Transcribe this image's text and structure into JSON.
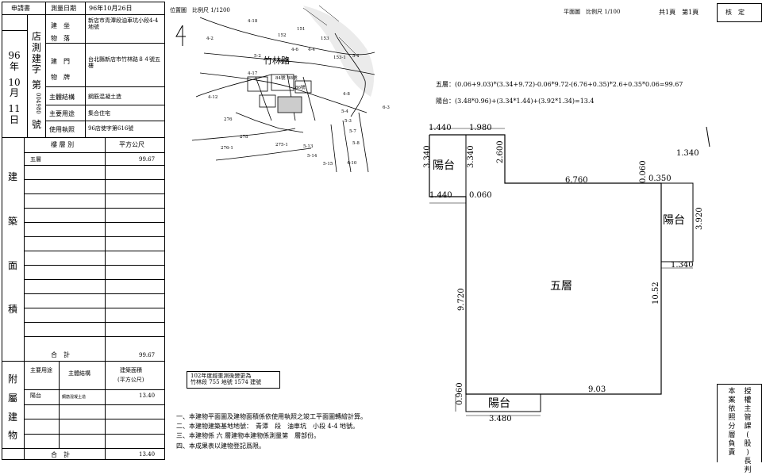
{
  "left_table": {
    "applicant_label": "申請書",
    "survey_date_label": "測量日期",
    "survey_date": "96年10月26日",
    "location_label_1": "建　坐",
    "location_label_2": "物　落",
    "location_value": "新店市青潭段油車坑小段4-4地號",
    "door_label_1": "建　門",
    "door_label_2": "物　牌",
    "door_value": "台北縣新店市竹林路８４號五樓",
    "structure_label": "主體結構",
    "structure_value": "鋼筋混凝土造",
    "usage_label": "主要用途",
    "usage_value": "集合住宅",
    "permit_label": "使用執照",
    "permit_value": "96店使字第616號",
    "vertical_big": [
      "96",
      "年",
      "10",
      "月",
      "11",
      "日"
    ],
    "vertical_chars": [
      "店",
      "測",
      "建",
      "字",
      "第"
    ],
    "vertical_num": "004980",
    "vertical_end": "號",
    "floor_header": "樓 層 別",
    "area_header": "平方公尺",
    "floor_row_label": "五層",
    "floor_row_value": "99.67",
    "side_building": [
      "建",
      "築",
      "面",
      "積"
    ],
    "total_label": "合　計",
    "total_value": "99.67",
    "annex_side": [
      "附",
      "屬",
      "建",
      "物"
    ],
    "annex_use_label": "主要用途",
    "annex_struct_label": "主體結構",
    "annex_area_label": "建築面積",
    "annex_area_unit": "(平方公尺)",
    "annex_row_use": "陽台",
    "annex_row_struct": "鋼筋混凝土造",
    "annex_row_value": "13.40",
    "annex_total_label": "合　計",
    "annex_total_value": "13.40"
  },
  "map": {
    "title": "位置圖　比例尺 1/1200",
    "road_label": "竹林路",
    "parcels": [
      "4-18",
      "4-2",
      "152",
      "153",
      "151",
      "4-6",
      "4-4",
      "4-17",
      "153-1",
      "5-2",
      "80號",
      "5-1",
      "84號",
      "88號",
      "86號",
      "4-12",
      "4-8",
      "6-3",
      "276",
      "278",
      "276-1",
      "275-1",
      "5-13",
      "5-14",
      "5-15",
      "5-4",
      "5-7",
      "5-3",
      "5-8",
      "4-10"
    ]
  },
  "plan": {
    "title": "平面圖　比例尺 1/100",
    "pages": "共1頁　第1頁",
    "stamp_label": "核　定",
    "formula_5f": "五層：(0.06+9.03)*(3.34+9.72)-0.06*9.72-(6.76+0.35)*2.6+0.35*0.06=99.67",
    "formula_balcony": "陽台：(3.48*0.96)+(3.34*1.44)+(3.92*1.34)=13.4",
    "room_label": "五層",
    "balcony_label": "陽台",
    "dims": {
      "d1440a": "1.440",
      "d1980": "1.980",
      "d3340a": "3.340",
      "d3340b": "3.340",
      "d2600": "2.600",
      "d1340a": "1.340",
      "d6760": "6.760",
      "d0060a": "0.060",
      "d0350": "0.350",
      "d3920": "3.920",
      "d1440b": "1.440",
      "d0060b": "0.060",
      "d1340b": "1.340",
      "d9720": "9.720",
      "d1052": "10.52",
      "d903": "9.03",
      "d0960": "0.960",
      "d3480": "3.480"
    }
  },
  "note_box": {
    "line1": "102年度經重測後變更為",
    "line2": "竹林段 755 地號 1574 建號"
  },
  "notes": [
    "一、本建物平面圖及建物面積係依使用執照之竣工平面圖轉繪計算。",
    "二、本建物建築基地地號：　青潭　段　油車坑　小段 4-4 地號。",
    "三、本建物係 六 層建物本建物係測量第　層部份。",
    "四、本成果表以建物登記爲限。"
  ],
  "right_text": [
    "本案依照分層負責",
    "授權主管課(股)長判"
  ]
}
